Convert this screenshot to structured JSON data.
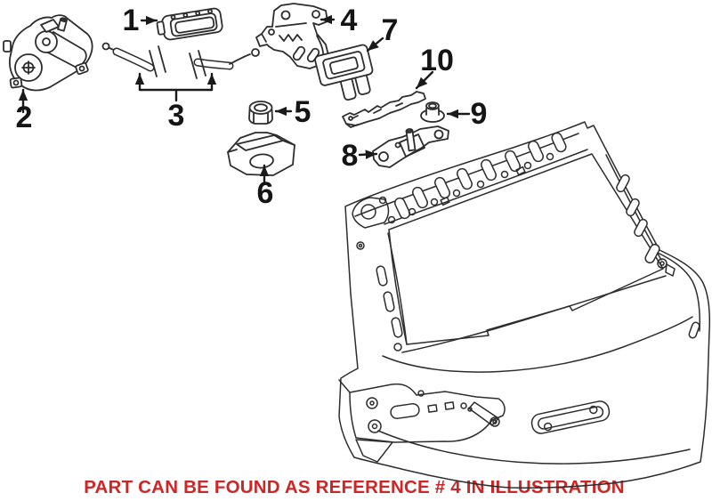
{
  "note": {
    "text": "PART CAN BE FOUND AS REFERENCE # 4 IN ILLUSTRATION",
    "color": "#cc2626"
  },
  "colors": {
    "background": "#ffffff",
    "line_art": "#2d2d2d",
    "callout_text": "#151515"
  },
  "callouts": [
    {
      "label": "1"
    },
    {
      "label": "2"
    },
    {
      "label": "3"
    },
    {
      "label": "4"
    },
    {
      "label": "5"
    },
    {
      "label": "6"
    },
    {
      "label": "7"
    },
    {
      "label": "8"
    },
    {
      "label": "9"
    },
    {
      "label": "10"
    }
  ]
}
